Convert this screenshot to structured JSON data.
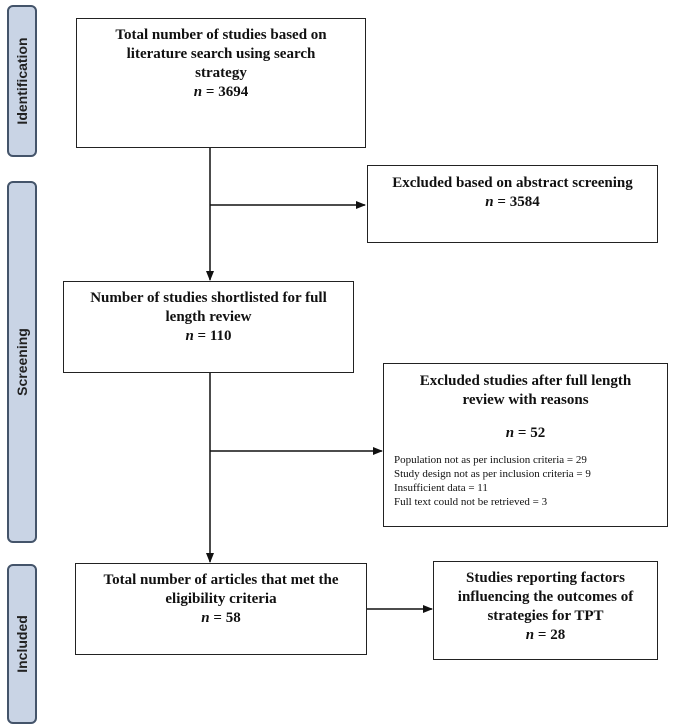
{
  "phases": {
    "identification": "Identification",
    "screening": "Screening",
    "included": "Included"
  },
  "boxes": {
    "search": {
      "line1": "Total number of studies based on",
      "line2": "literature search using search",
      "line3": "strategy",
      "n_label": "n",
      "n_value": "= 3694"
    },
    "abstract_excluded": {
      "line1": "Excluded based on abstract screening",
      "n_label": "n",
      "n_value": "= 3584"
    },
    "shortlisted": {
      "line1": "Number of studies shortlisted for full",
      "line2": "length review",
      "n_label": "n",
      "n_value": "= 110"
    },
    "fulltext_excluded": {
      "line1": "Excluded studies after full length",
      "line2": "review with reasons",
      "n_label": "n",
      "n_value": "= 52",
      "reasons": [
        "Population not as per inclusion criteria = 29",
        "Study design not as per inclusion criteria = 9",
        "Insufficient data = 11",
        "Full text could not be retrieved = 3"
      ]
    },
    "eligible": {
      "line1": "Total number of articles that met the",
      "line2": "eligibility criteria",
      "n_label": "n",
      "n_value": "= 58"
    },
    "reporting": {
      "line1": "Studies reporting factors",
      "line2": "influencing the outcomes of",
      "line3": "strategies for TPT",
      "n_label": "n",
      "n_value": "= 28"
    }
  }
}
